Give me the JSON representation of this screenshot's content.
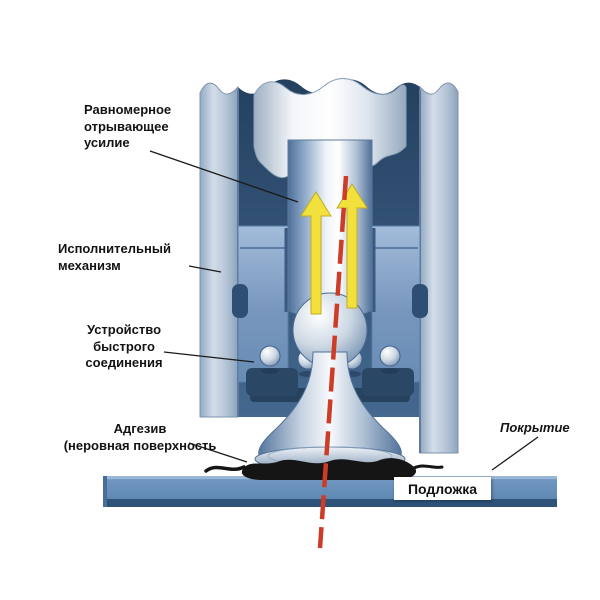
{
  "labels": {
    "uniform_force": "Равномерное\nотрывающее\nусилие",
    "actuator": "Исполнительный\nмеханизм",
    "quick_connect": "Устройство\nбыстрого\nсоединения",
    "adhesive": "Адгезив\n(неровная поверхность",
    "coating": "Покрытие",
    "substrate": "Подложка"
  },
  "colors": {
    "arrow_yellow": "#f2e03c",
    "arrow_outline": "#c2ad25",
    "axis_red": "#cd3c28",
    "substrate_blue": "#6b92bb",
    "housing_blue": "#b7c6d8",
    "cavity_navy": "#2c4a6e",
    "adhesive_black": "#151515",
    "label_text": "#141414"
  },
  "icons": {
    "force_arrow_left": "upward-force-arrow",
    "force_arrow_right": "upward-force-arrow",
    "center_axis": "dashed-centerline"
  }
}
